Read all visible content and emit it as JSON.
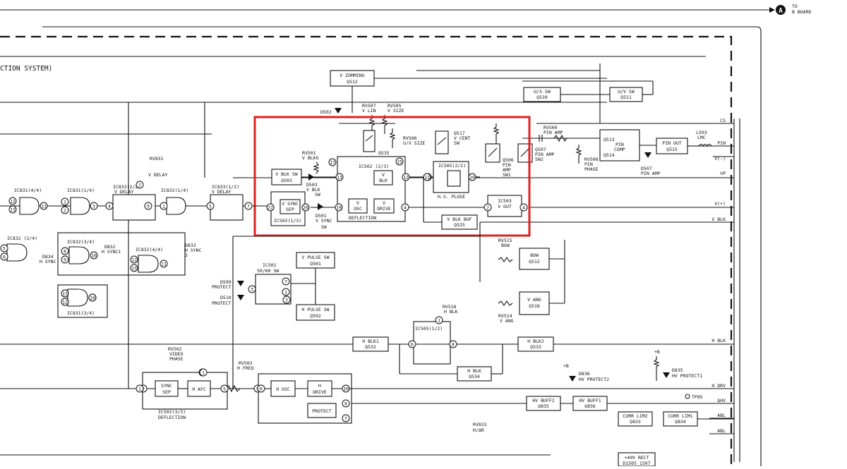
{
  "title": "CTION SYSTEM)",
  "offpage": {
    "marker": "A",
    "label1": "TO",
    "label2": "B BOARD"
  },
  "highlight_color": "#e02020",
  "blocks": {
    "vzoom": [
      "V ZOMMING",
      "Q512"
    ],
    "us_sw": [
      "U/S SW",
      "Q510"
    ],
    "uv_sw": [
      "U/V SW",
      "Q511"
    ],
    "vblksw": [
      "V BLK SW",
      "Q503"
    ],
    "vsync": [
      "V SYNC",
      "SEP"
    ],
    "ic502_13": "IC502(1/3)",
    "ic502_23": "IC502 (2/3)",
    "vblk": [
      "V",
      "BLK"
    ],
    "vosc": [
      "V",
      "OSC"
    ],
    "vdrive": [
      "V",
      "DRIVE"
    ],
    "deflection": "DEFLECTION",
    "ic505_22": "IC505(2/2)",
    "hvpluse": "H.V. PLUSE",
    "ic503": [
      "IC503",
      "V OUT"
    ],
    "vblkbuf": [
      "V BLK BUF",
      "Q525"
    ],
    "q513": [
      "Q513",
      "PIN",
      "COMP",
      "Q514"
    ],
    "pinout": [
      "PIN OUT",
      "Q515"
    ],
    "bow": [
      "BOW",
      "Q512"
    ],
    "vang": [
      "V ANG",
      "Q518"
    ],
    "vpulsesw": [
      "V PULSE SW",
      "Q501"
    ],
    "ic501": [
      "IC501",
      "50/60 SW"
    ],
    "hpulsesw": [
      "H PULSE SW",
      "Q502"
    ],
    "hblk1": [
      "H BLK1",
      "Q532"
    ],
    "ic505_12": "IC505(1/2)",
    "hblk2": [
      "H BLK2",
      "Q533"
    ],
    "hblk": [
      "H BLK",
      "Q534"
    ],
    "syncsep": [
      "SYNC",
      "SEP"
    ],
    "hafc": "H AFC",
    "hosc": "H OSC",
    "hdrive": [
      "H",
      "DRIVE"
    ],
    "protect": "PROTECT",
    "ic502_33": [
      "IC502(3/3)",
      "DEFLECTION"
    ],
    "hvbuff2": [
      "HV BUFF2",
      "Q835"
    ],
    "hvbuff1": [
      "HV BUFF1",
      "Q836"
    ],
    "currlim2": [
      "CURR LIM2",
      "Q833"
    ],
    "currlim1": [
      "CURR LIM1",
      "Q834"
    ],
    "rect": [
      "+40V RECT",
      "D1505 1507"
    ],
    "ic831_44": "IC831(4/4)",
    "ic831_14": "IC831(1/4)",
    "ic833_22": [
      "IC833(2/2)",
      "V DELAY"
    ],
    "ic832_14": "IC832(1/4)",
    "ic833_12": [
      "IC833(1/2)",
      "V DELAY"
    ],
    "ic832_24": "IC832 (2/4)",
    "ic832_34": "IC832(3/4)",
    "ic832_44": "IC832(4/4)",
    "ic831_34": "IC831(3/4)"
  },
  "components": {
    "d502": "D502",
    "rv507": [
      "RV507",
      "V LIN"
    ],
    "rv505": [
      "RV505",
      "V SIZE"
    ],
    "rv506": [
      "RV506",
      "U/V SIZE"
    ],
    "q535": "Q535",
    "q517": [
      "Q517",
      "V CENT",
      "SW"
    ],
    "rv509": [
      "RV509",
      "PIN AMP"
    ],
    "q506": [
      "Q506",
      "PIN",
      "AMP",
      "SW1"
    ],
    "q507": [
      "Q507",
      "PIN AMP",
      "SW2"
    ],
    "rv508": [
      "RV508",
      "PIN",
      "PHASE"
    ],
    "d507": [
      "D507",
      "PIN AMP"
    ],
    "l503": [
      "L503",
      "LMC"
    ],
    "rv501": [
      "RV501",
      "V BLKG"
    ],
    "d503": [
      "D503",
      "V BLK",
      "SW"
    ],
    "d501": [
      "D501",
      "V SYNC",
      "SW"
    ],
    "rv831": [
      "RV831",
      "V DELAY"
    ],
    "d834": [
      "D834",
      "H SYNC"
    ],
    "d832": [
      "D832",
      "H SYNC1"
    ],
    "d833": [
      "D833",
      "H SYNC",
      "2"
    ],
    "d509": [
      "D509",
      "PROTECT"
    ],
    "d510": [
      "D510",
      "PROTECT"
    ],
    "rv515": [
      "RV515",
      "BOW"
    ],
    "rv514": [
      "RV514",
      "V ANG"
    ],
    "rv516": [
      "RV516",
      "H BLK"
    ],
    "rv502": [
      "RV502",
      "VIDEO",
      "PHASE"
    ],
    "rv503": [
      "RV503",
      "H FREQ"
    ],
    "d836": [
      "D836",
      "HV PROTECT2"
    ],
    "d835": [
      "D835",
      "HV PROTECT1"
    ],
    "tp85": "TP85",
    "rv833": [
      "RV833",
      "H/ΔR"
    ],
    "plusb1": "+B",
    "plusb2": "+B"
  },
  "signals": [
    "CS",
    "PIN",
    "V(-)",
    "VP",
    "V(+)",
    "V BLK",
    "H BLK",
    "H DRV",
    "ΔHV",
    "ABL",
    "ABL"
  ],
  "pins": [
    "12",
    "13",
    "11",
    "1",
    "2",
    "3",
    "4",
    "2",
    "9",
    "1",
    "5",
    "7",
    "22",
    "20",
    "19",
    "17",
    "13",
    "12",
    "15",
    "9",
    "10",
    "12",
    "4",
    "2",
    "4",
    "5",
    "6",
    "8",
    "9",
    "10",
    "12",
    "13",
    "11",
    "4",
    "3",
    "7",
    "1",
    "5",
    "6",
    "8",
    "9",
    "10",
    "2",
    "1",
    "3",
    "2",
    "1",
    "5",
    "6",
    "10",
    "8",
    "7",
    "1",
    "13",
    "12",
    "10"
  ]
}
